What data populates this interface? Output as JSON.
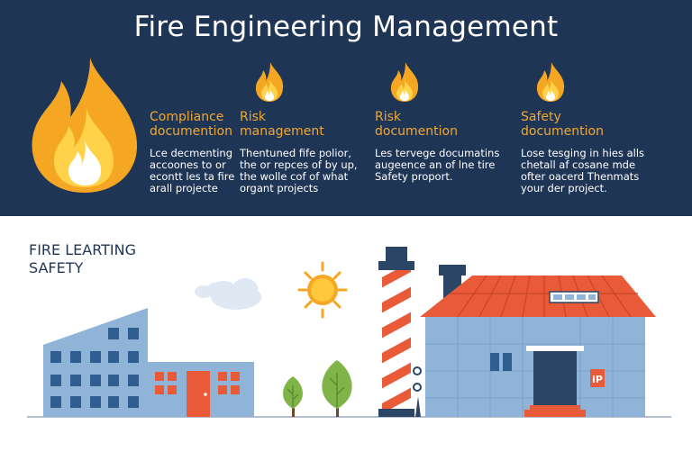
{
  "header": {
    "title": "Fire Engineering Management"
  },
  "columns": [
    {
      "heading": [
        "Compliance",
        "documention"
      ],
      "body": [
        "Lce decmenting",
        "accoones to or",
        "econtt les ta fire",
        "arall projecte"
      ]
    },
    {
      "heading": [
        "Risk",
        "management"
      ],
      "body": [
        "Thentuned fife polior,",
        "the or repces of by up,",
        "the wolle cof of what",
        "organt projects"
      ]
    },
    {
      "heading": [
        "Risk",
        "documention"
      ],
      "body": [
        "Les tervege documatins",
        "augeence an of lne tire",
        "Safety proport."
      ]
    },
    {
      "heading": [
        "Safety",
        "documention"
      ],
      "body": [
        "Lose tesging in hies alls",
        "chetall af cosane mde",
        "ofter oacerd Thenmats",
        "your der project."
      ]
    }
  ],
  "section": {
    "title": [
      "FIRE LEARTING",
      "SAFETY"
    ]
  },
  "building": {
    "sign": "iP"
  },
  "colors": {
    "navy": "#1f3556",
    "accent_orange": "#f0a830",
    "roof_red": "#e85a38",
    "building_blue": "#8fb4d8"
  },
  "icons": [
    "flame-icon",
    "sun-icon",
    "cloud-icon",
    "tree-icon",
    "chimney-icon"
  ]
}
